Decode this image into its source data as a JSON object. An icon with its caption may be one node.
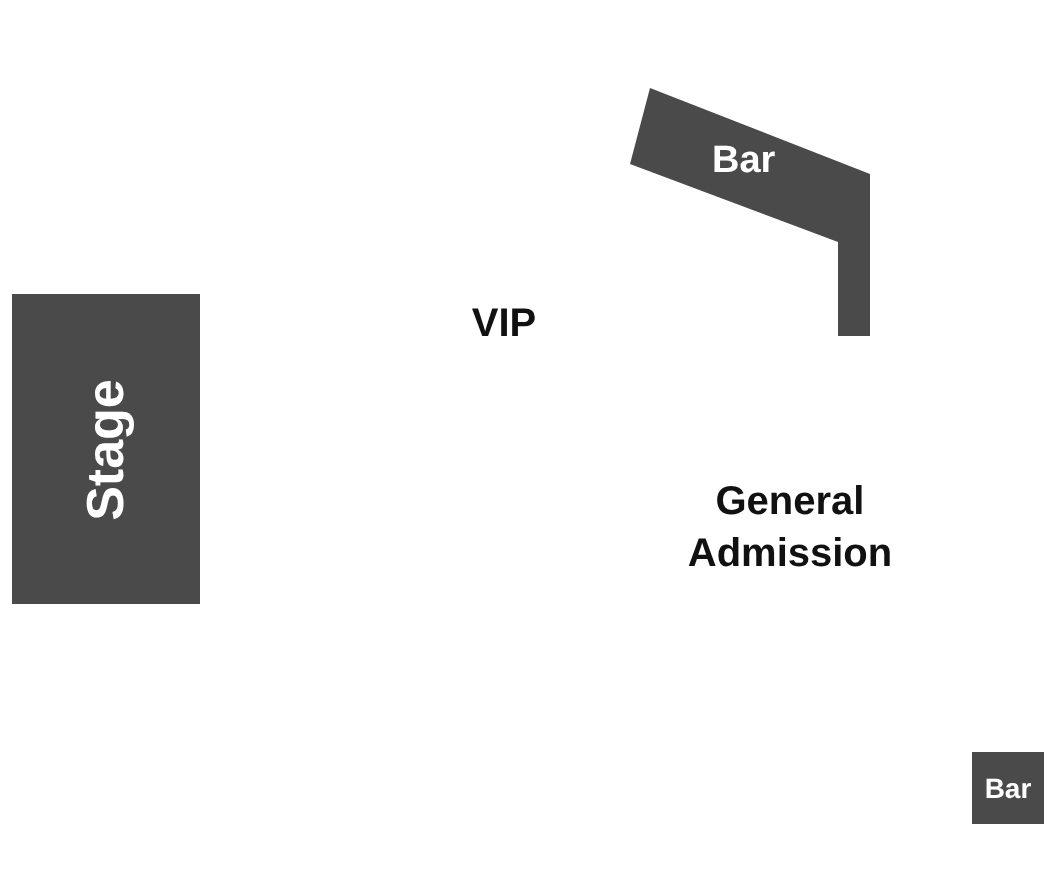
{
  "diagram": {
    "nodes": [
      {
        "text": [
          "Stage"
        ]
      },
      {
        "text": [
          "Bar"
        ]
      },
      {
        "text": [
          "Bar"
        ]
      }
    ],
    "labels": [
      "VIP",
      "General Admission"
    ]
  }
}
